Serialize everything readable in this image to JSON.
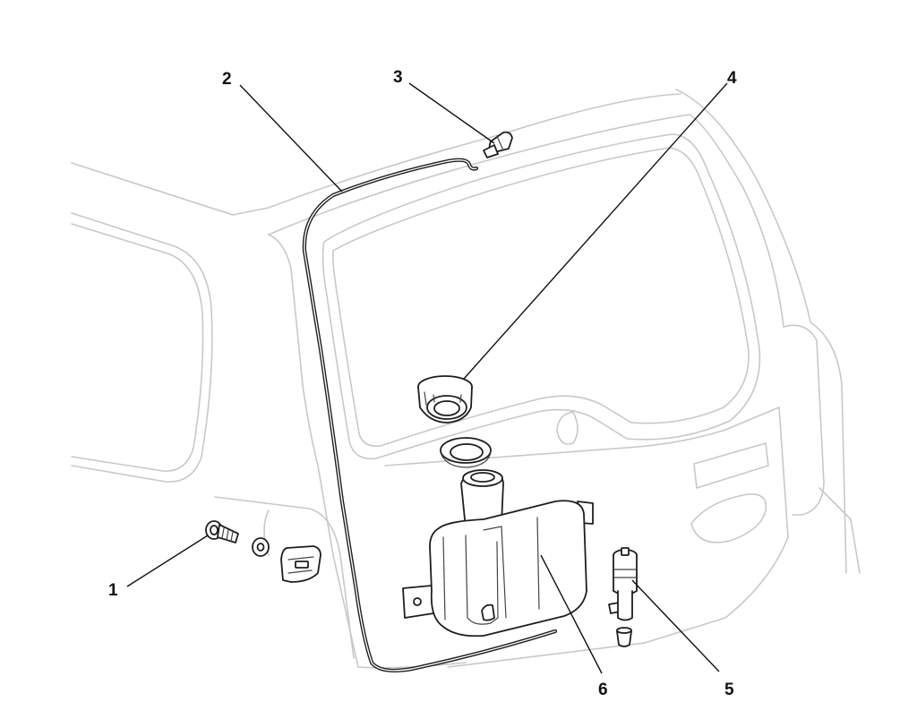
{
  "diagram": {
    "type": "exploded-parts-view",
    "callouts": [
      {
        "id": "1",
        "label": "1"
      },
      {
        "id": "2",
        "label": "2"
      },
      {
        "id": "3",
        "label": "3"
      },
      {
        "id": "4",
        "label": "4"
      },
      {
        "id": "5",
        "label": "5"
      },
      {
        "id": "6",
        "label": "6"
      }
    ]
  },
  "colors": {
    "line_art": "#1e1e1e",
    "vehicle_outline": "#c8c8c8",
    "background": "#ffffff"
  }
}
